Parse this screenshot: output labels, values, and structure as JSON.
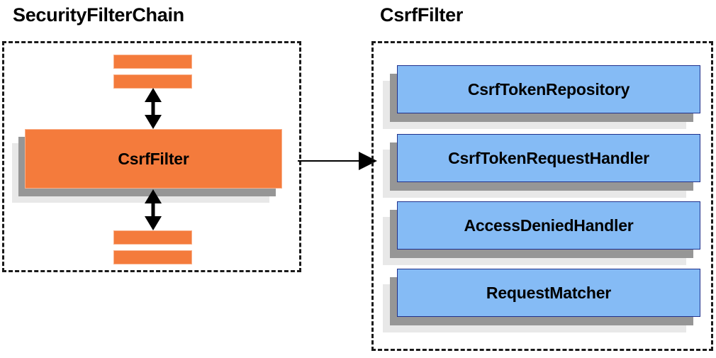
{
  "diagram": {
    "title_left": "SecurityFilterChain",
    "title_right": "CsrfFilter",
    "colors": {
      "orange_fill": "#F47B3C",
      "orange_border": "#F9B08A",
      "blue_fill": "#85BBF5",
      "blue_border": "#20318C",
      "shadow_dark": "#969696",
      "shadow_light": "#E8E8E8",
      "outline": "#1A1A1A",
      "background": "#FFFFFF"
    }
  },
  "security_filter_chain": {
    "panel_label": "SecurityFilterChain",
    "filters_above": [
      {
        "label": ""
      },
      {
        "label": ""
      }
    ],
    "focus_filter": {
      "label": "CsrfFilter"
    },
    "filters_below": [
      {
        "label": ""
      },
      {
        "label": ""
      }
    ],
    "connector_up": "double-headed-vertical-arrow",
    "connector_down": "double-headed-vertical-arrow"
  },
  "csrf_filter": {
    "panel_label": "CsrfFilter",
    "collaborators": [
      {
        "label": "CsrfTokenRepository"
      },
      {
        "label": "CsrfTokenRequestHandler"
      },
      {
        "label": "AccessDeniedHandler"
      },
      {
        "label": "RequestMatcher"
      }
    ]
  },
  "cross_panel_connector": {
    "kind": "single-headed-horizontal-arrow",
    "from": "CsrfFilter",
    "to": "CsrfFilter collaborators"
  }
}
